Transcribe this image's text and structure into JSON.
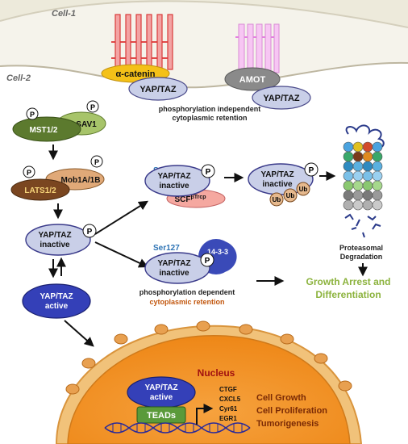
{
  "cells": {
    "cell1": "Cell-1",
    "cell2": "Cell-2"
  },
  "membrane": {
    "alpha_catenin": "α-catenin",
    "amot": "AMOT"
  },
  "retention": {
    "independent_line1": "phosphorylation independent",
    "independent_line2": "cytoplasmic retention",
    "dependent_line1": "phosphorylation dependent",
    "dependent_line2": "cytoplasmic retention"
  },
  "kinases": {
    "mst": "MST1/2",
    "sav": "SAV1",
    "mob": "Mob1A/1B",
    "lats": "LATS1/2",
    "p": "P"
  },
  "yap": {
    "name": "YAP/TAZ",
    "inactive": "inactive",
    "active": "active",
    "ser381": "Ser381",
    "ser127": "Ser127",
    "scf_main": "SCF",
    "scf_sup": "βTrcp",
    "protein1433": "14-3-3",
    "ub": "Ub"
  },
  "degradation": {
    "line1": "Proteasomal",
    "line2": "Degradation",
    "arrest_line1": "Growth Arrest and",
    "arrest_line2": "Differentiation"
  },
  "nucleus": {
    "label": "Nucleus",
    "teads": "TEADs",
    "genes": [
      "CTGF",
      "CXCL5",
      "Cyr61",
      "EGR1"
    ],
    "outcomes": [
      "Cell Growth",
      "Cell Proliferation",
      "Tumorigenesis"
    ]
  },
  "colors": {
    "membrane_fill": "#e8e4d6",
    "yap_fill": "#c9cfe8",
    "yap_active": "#3440b8",
    "mst": "#5c7a2e",
    "sav": "#a7c46a",
    "mob": "#e0a978",
    "lats": "#7a4620",
    "nucleus_outer": "#e89a4a",
    "nucleus_inner": "#f58a1f",
    "green_text": "#8cb33e",
    "orange_text": "#c2570e",
    "blue_text": "#2e74b5"
  }
}
